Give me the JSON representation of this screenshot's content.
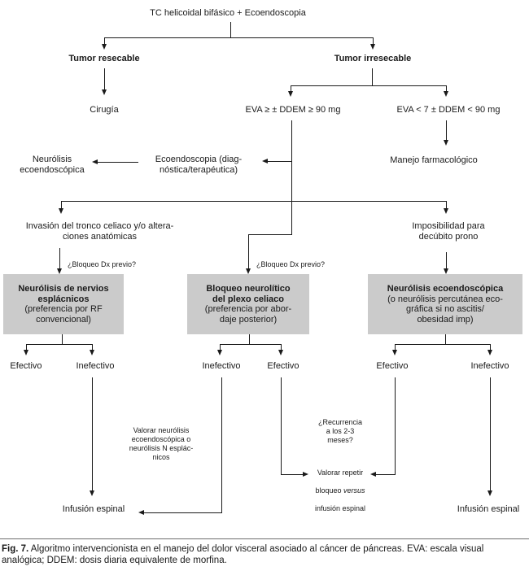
{
  "figure": {
    "root": "TC helicoidal bifásico + Ecoendoscopia",
    "tumor_resecable": "Tumor resecable",
    "tumor_irresecable": "Tumor irresecable",
    "cirugia": "Cirugía",
    "eva_high": "EVA ≥ ± DDEM ≥ 90 mg",
    "eva_low": "EVA < 7 ± DDEM < 90 mg",
    "manejo_farmacologico": "Manejo farmacológico",
    "ecoendoscopia": "Ecoendoscopia (diag-\nnóstica/terapéutica)",
    "neurolisis_eco_left": "Neurólisis\necoendoscópica",
    "invasion": "Invasión del tronco celiaco y/o altera-\nciones anatómicas",
    "imposibilidad": "Imposibilidad para\ndecúbito prono",
    "bloqueo_dx_left": "¿Bloqueo Dx previo?",
    "bloqueo_dx_mid": "¿Bloqueo Dx previo?",
    "box_esplacnicos": {
      "title": "Neurólisis de nervios\nesplácnicos",
      "subtitle": "(preferencia por RF\nconvencional)"
    },
    "box_plexo": {
      "title": "Bloqueo neurolítico\ndel plexo celiaco",
      "subtitle": "(preferencia por abor-\ndaje posterior)"
    },
    "box_eco": {
      "title": "Neurólisis ecoendoscópica",
      "subtitle": "(o neurólisis percutánea eco-\ngráfica si no ascitis/\nobesidad imp)"
    },
    "outcomes": {
      "b1_left": "Efectivo",
      "b1_right": "Inefectivo",
      "b2_left": "Inefectivo",
      "b2_right": "Efectivo",
      "b3_left": "Efectivo",
      "b3_right": "Inefectivo"
    },
    "valorar_neurolisis": "Valorar neurólisis\necoendoscópica o\nneurólisis N esplác-\nnicos",
    "recurrencia": "¿Recurrencia\na los 2-3\nmeses?",
    "valorar_repetir": {
      "line1": "Valorar repetir",
      "line2_pre": "bloqueo ",
      "line2_italic": "versus",
      "line3": "infusión espinal"
    },
    "infusion_left": "Infusión espinal",
    "infusion_right": "Infusión espinal",
    "caption": {
      "label": "Fig. 7.",
      "text": " Algoritmo intervencionista en el manejo del dolor visceral asociado al cáncer de páncreas. EVA: escala visual analógica; DDEM: dosis diaria equivalente de morfina."
    },
    "colors": {
      "box_bg": "#cbcbcb",
      "line": "#1a1a1a",
      "background": "#ffffff"
    }
  }
}
